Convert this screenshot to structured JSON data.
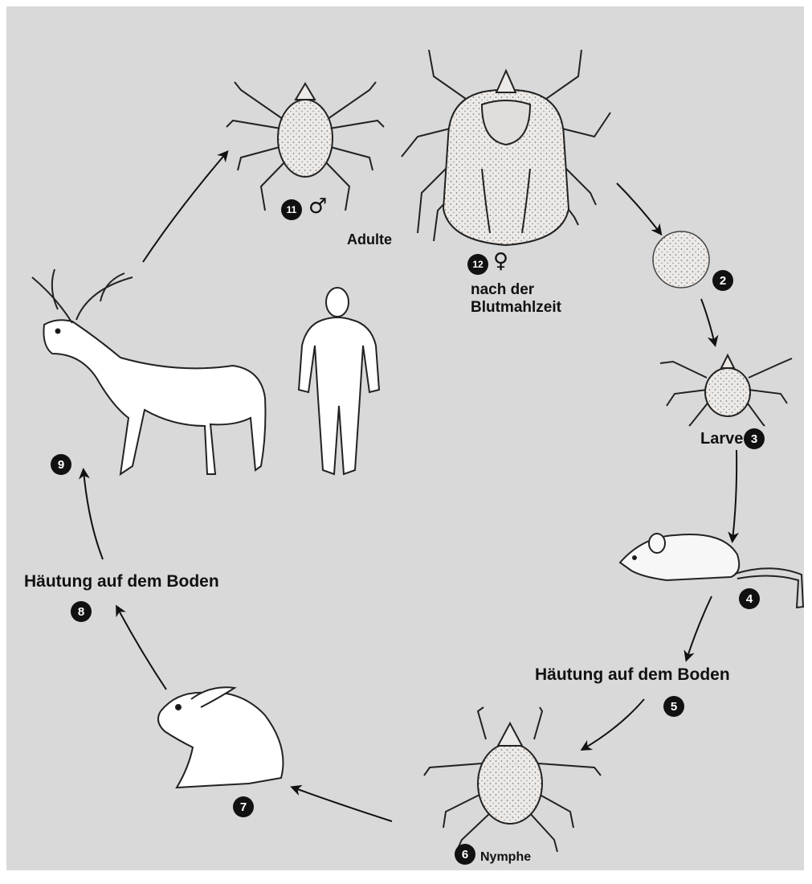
{
  "labels": {
    "adult": "Adulte",
    "female_fed_line1": "nach der",
    "female_fed_line2": "Blutmahlzeit",
    "larva": "Larve",
    "nymph": "Nymphe",
    "molt_right": "Häutung auf dem Boden",
    "molt_left": "Häutung auf dem Boden"
  },
  "badges": {
    "egg": "2",
    "larva": "3",
    "mouse": "4",
    "molt_right": "5",
    "nymph": "6",
    "hare": "7",
    "molt_left": "8",
    "deer": "9",
    "male": "11",
    "female": "12"
  },
  "symbols": {
    "male": "♂",
    "female": "♀"
  },
  "colors": {
    "background": "#d9d9d9",
    "ink": "#111111",
    "tick_body": "#ece9e6"
  }
}
